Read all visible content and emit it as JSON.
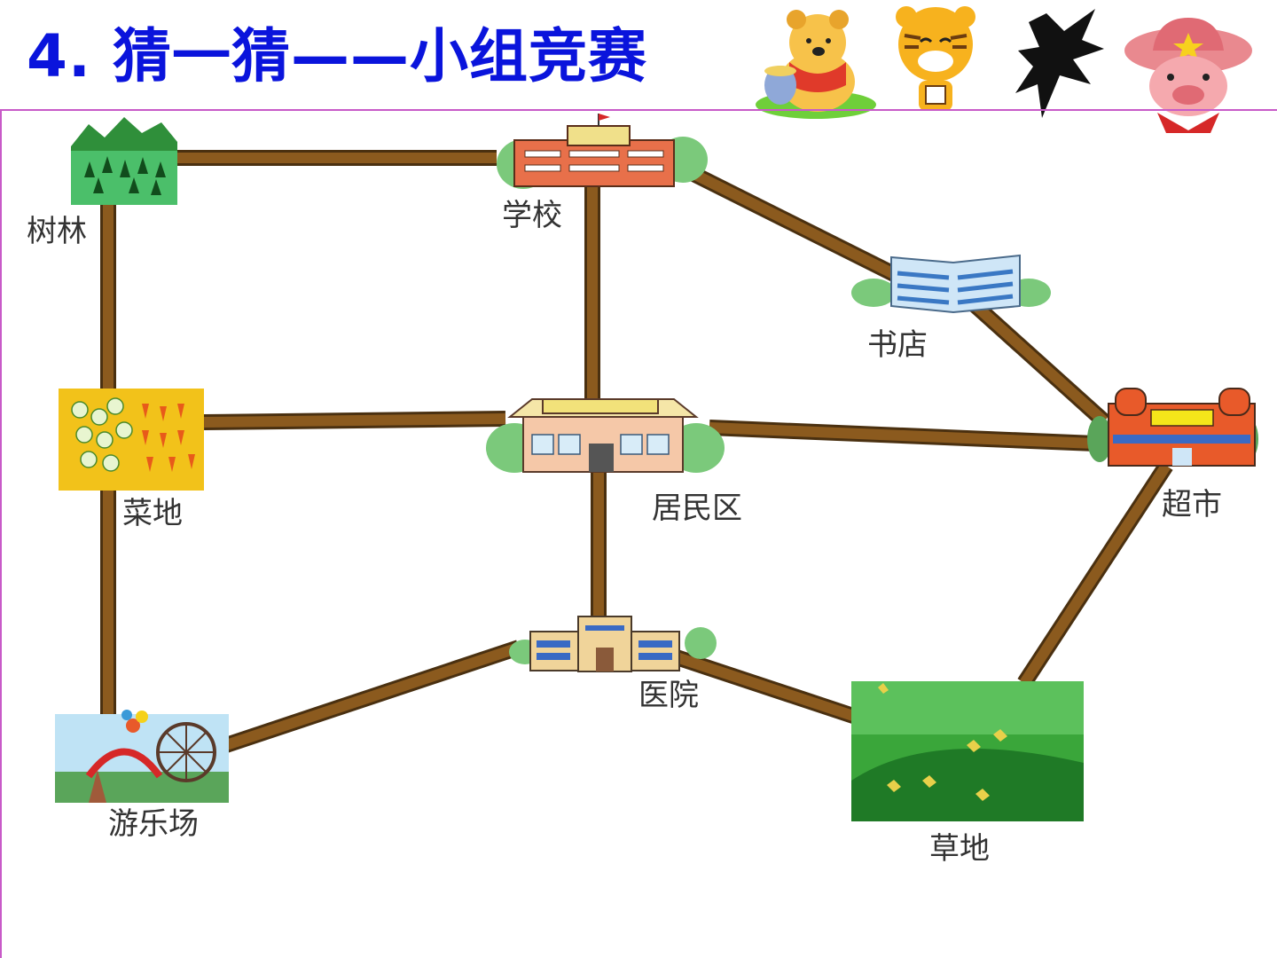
{
  "title": "4. 猜一猜——小组竞赛",
  "colors": {
    "title": "#0a14dc",
    "rule": "#c85ac8",
    "road": "#8b5a1e",
    "road_edge": "#4a3010"
  },
  "mascots": [
    "bear-mascot-icon",
    "tiger-mascot-icon",
    "black-splat-icon",
    "pig-cowboy-mascot-icon"
  ],
  "places": {
    "forest": "树林",
    "school": "学校",
    "bookstore": "书店",
    "vegetable_field": "菜地",
    "residential": "居民区",
    "supermarket": "超市",
    "hospital": "医院",
    "amusement_park": "游乐场",
    "grassland": "草地"
  }
}
